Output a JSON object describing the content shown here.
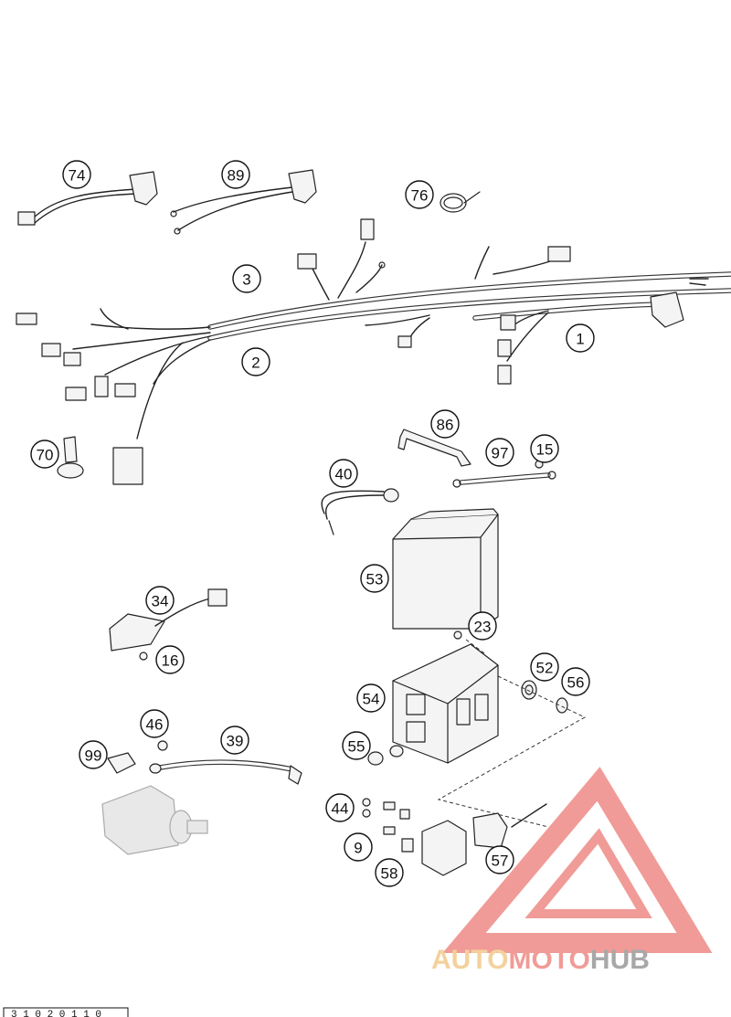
{
  "callouts": [
    {
      "id": "74"
    },
    {
      "id": "89"
    },
    {
      "id": "76"
    },
    {
      "id": "3"
    },
    {
      "id": "2"
    },
    {
      "id": "1"
    },
    {
      "id": "70"
    },
    {
      "id": "86"
    },
    {
      "id": "97"
    },
    {
      "id": "15"
    },
    {
      "id": "40"
    },
    {
      "id": "53"
    },
    {
      "id": "34"
    },
    {
      "id": "16"
    },
    {
      "id": "23"
    },
    {
      "id": "52"
    },
    {
      "id": "56"
    },
    {
      "id": "54"
    },
    {
      "id": "46"
    },
    {
      "id": "39"
    },
    {
      "id": "99"
    },
    {
      "id": "55"
    },
    {
      "id": "44"
    },
    {
      "id": "9"
    },
    {
      "id": "58"
    },
    {
      "id": "57"
    }
  ],
  "watermark": {
    "word_auto": "AUTO",
    "word_moto": "MOTO",
    "word_hub": "HUB",
    "color_light": "#f3c98b",
    "color_red": "#ee8a86",
    "color_dark": "#9a9a9a"
  },
  "footer_code": "3 1 0 2 0 1 1 0"
}
